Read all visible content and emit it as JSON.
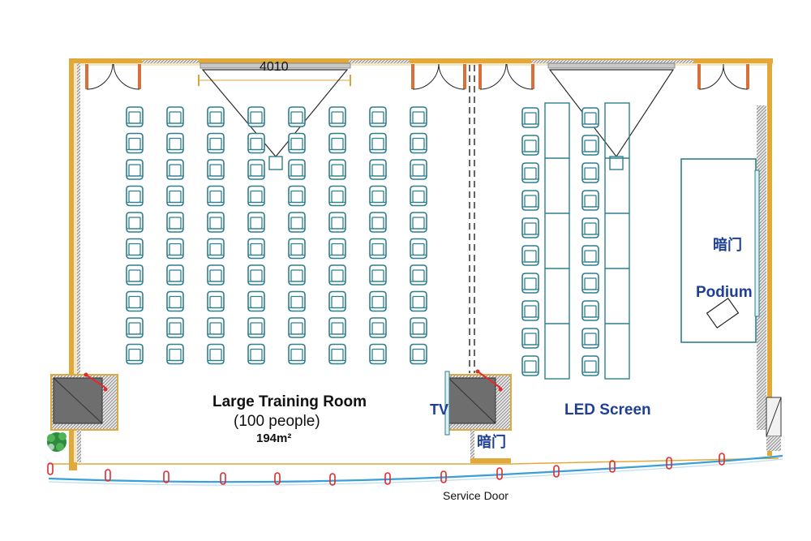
{
  "title_number": "4010",
  "large_room": {
    "name": "Large Training Room",
    "capacity": "(100 people)",
    "area": "194m²"
  },
  "labels": {
    "tv": "TV",
    "led_screen": "LED Screen",
    "hidden_door_1": "暗门",
    "hidden_door_2": "暗门",
    "podium": "Podium",
    "service_door": "Service Door"
  },
  "seating": {
    "left_columns": 8,
    "left_rows": 10,
    "right_columns": 2,
    "right_rows": 10
  },
  "colors": {
    "wall": "#e0a93a",
    "wall_inner": "#f6e7c4",
    "hatch": "#8a8a8a",
    "chair": "#2f7f8d",
    "door": "#d9703c",
    "label_blue": "#1f3f94",
    "pipe": "#3a9fd8",
    "pipe_clip": "#e02b2b",
    "column": "#6e6e6e",
    "projector_line": "#2a2a2a"
  }
}
